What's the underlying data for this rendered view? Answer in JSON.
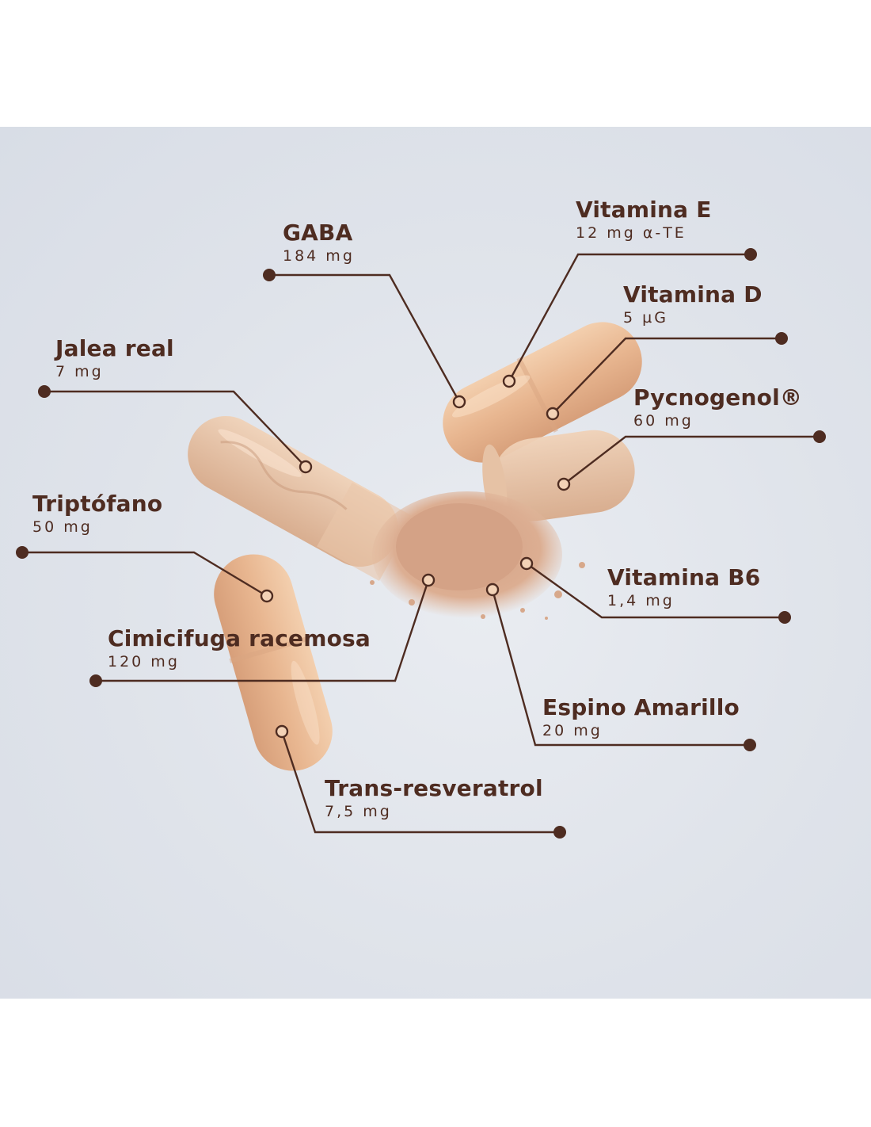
{
  "colors": {
    "label_text": "#4e2c21",
    "leader_line": "#4e2c21",
    "capsule": "#e8b892",
    "powder": "#d9a98a",
    "background": "#dfe3ea"
  },
  "ingredients": [
    {
      "id": "gaba",
      "name": "GABA",
      "dose": "184 mg"
    },
    {
      "id": "vitamina-e",
      "name": "Vitamina E",
      "dose": "12 mg α-TE"
    },
    {
      "id": "vitamina-d",
      "name": "Vitamina D",
      "dose": "5 µG"
    },
    {
      "id": "jalea-real",
      "name": "Jalea real",
      "dose": "7 mg"
    },
    {
      "id": "pycnogenol",
      "name": "Pycnogenol®",
      "dose": "60 mg"
    },
    {
      "id": "triptofano",
      "name": "Triptófano",
      "dose": "50 mg"
    },
    {
      "id": "vitamina-b6",
      "name": "Vitamina B6",
      "dose": "1,4 mg"
    },
    {
      "id": "cimicifuga",
      "name": "Cimicifuga racemosa",
      "dose": "120 mg"
    },
    {
      "id": "espino",
      "name": "Espino Amarillo",
      "dose": "20 mg"
    },
    {
      "id": "resveratrol",
      "name": "Trans-resveratrol",
      "dose": "7,5 mg"
    }
  ]
}
